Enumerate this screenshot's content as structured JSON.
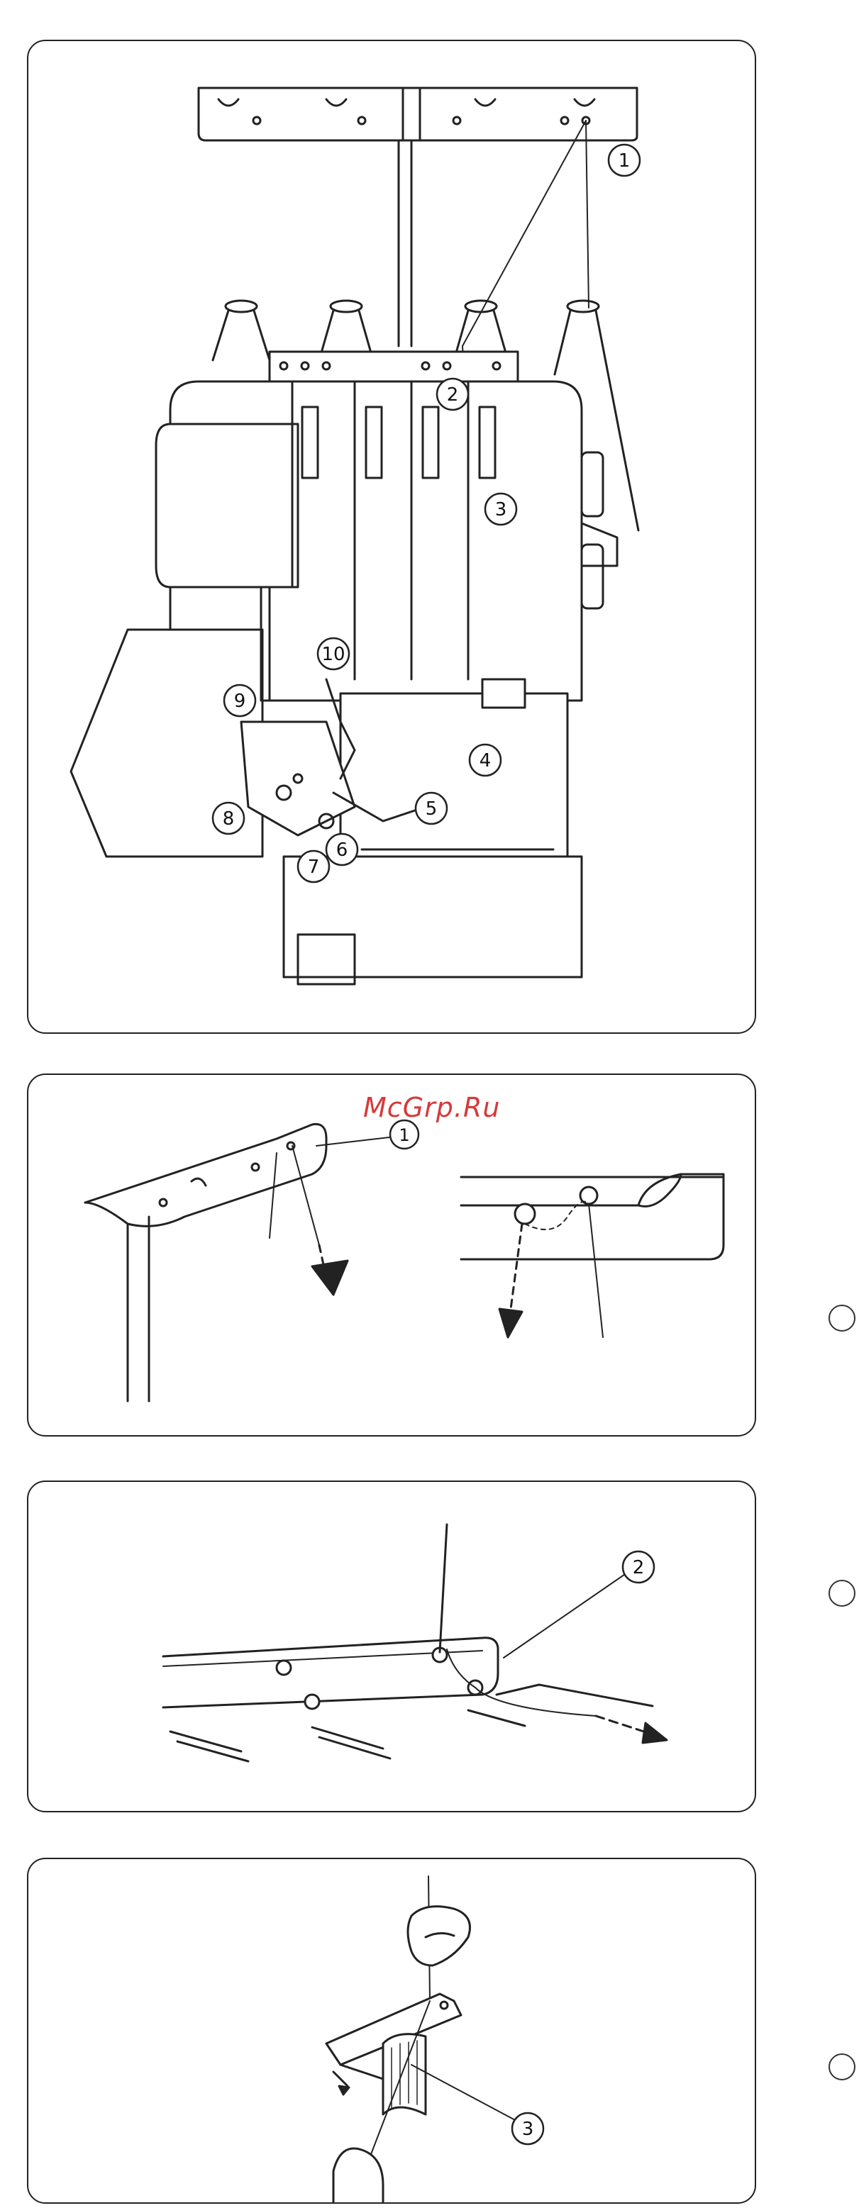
{
  "watermark": "McGrp.Ru",
  "panel1": {
    "callouts": [
      "1",
      "2",
      "3",
      "4",
      "5",
      "6",
      "7",
      "8",
      "9",
      "10"
    ]
  },
  "panel2": {
    "callouts": [
      "1"
    ]
  },
  "panel3": {
    "callouts": [
      "2"
    ]
  },
  "panel4": {
    "callouts": [
      "3"
    ]
  },
  "colors": {
    "line": "#222222",
    "watermark": "#d63a3a",
    "background": "#ffffff"
  }
}
